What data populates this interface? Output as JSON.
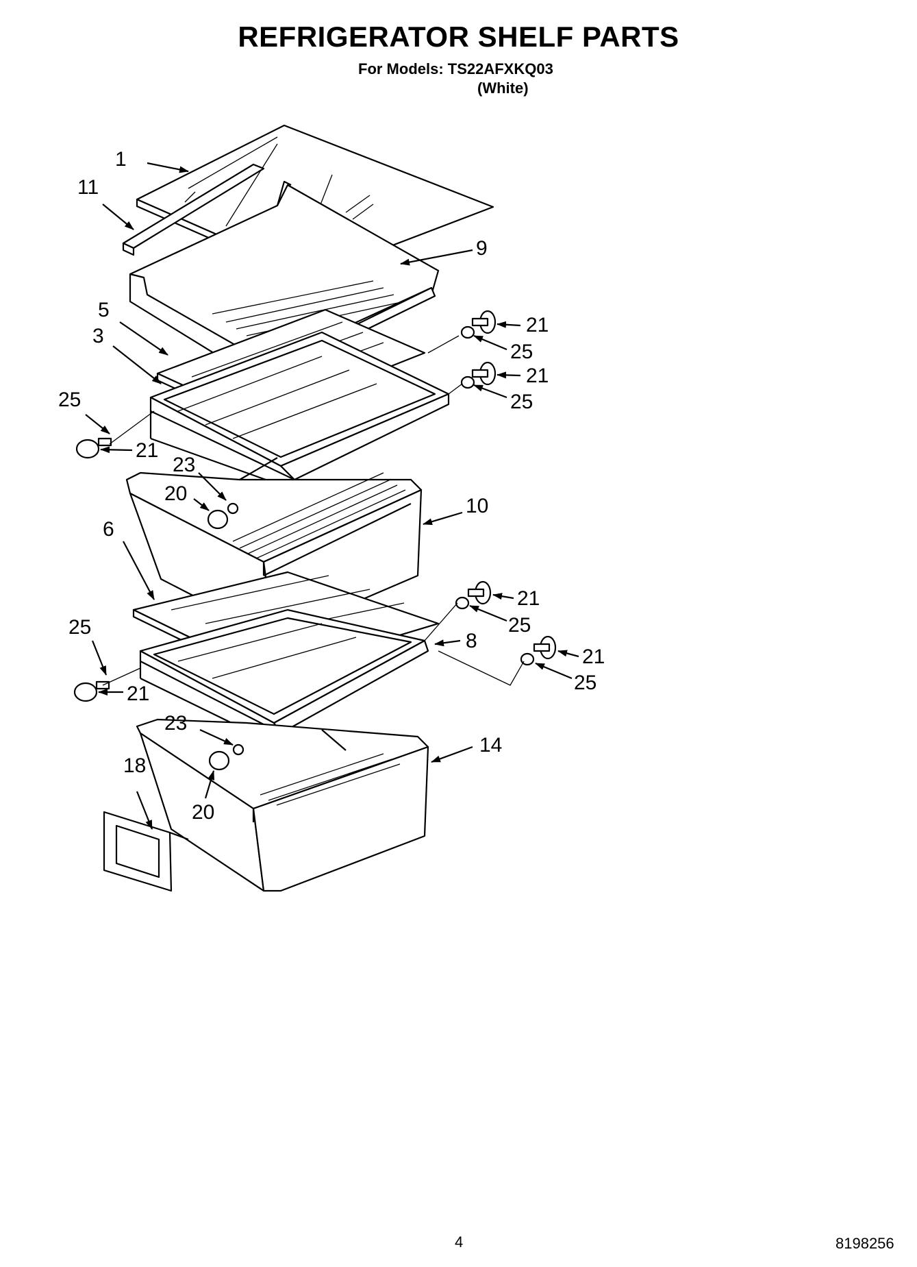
{
  "header": {
    "title": "REFRIGERATOR SHELF PARTS",
    "models_line": "For Models: TS22AFXKQ03",
    "color_line": "(White)"
  },
  "diagram": {
    "callouts": [
      {
        "id": "c1",
        "label": "1"
      },
      {
        "id": "c11",
        "label": "11"
      },
      {
        "id": "c9",
        "label": "9"
      },
      {
        "id": "c5",
        "label": "5"
      },
      {
        "id": "c3",
        "label": "3"
      },
      {
        "id": "c21a",
        "label": "21"
      },
      {
        "id": "c25a",
        "label": "25"
      },
      {
        "id": "c21b",
        "label": "21"
      },
      {
        "id": "c25b",
        "label": "25"
      },
      {
        "id": "c25c",
        "label": "25"
      },
      {
        "id": "c21c",
        "label": "21"
      },
      {
        "id": "c23a",
        "label": "23"
      },
      {
        "id": "c20a",
        "label": "20"
      },
      {
        "id": "c10",
        "label": "10"
      },
      {
        "id": "c6",
        "label": "6"
      },
      {
        "id": "c21d",
        "label": "21"
      },
      {
        "id": "c25d",
        "label": "25"
      },
      {
        "id": "c8",
        "label": "8"
      },
      {
        "id": "c21e",
        "label": "21"
      },
      {
        "id": "c25e",
        "label": "25"
      },
      {
        "id": "c25f",
        "label": "25"
      },
      {
        "id": "c21f",
        "label": "21"
      },
      {
        "id": "c23b",
        "label": "23"
      },
      {
        "id": "c14",
        "label": "14"
      },
      {
        "id": "c18",
        "label": "18"
      },
      {
        "id": "c20b",
        "label": "20"
      }
    ]
  },
  "footer": {
    "page_number": "4",
    "document_number": "8198256"
  }
}
